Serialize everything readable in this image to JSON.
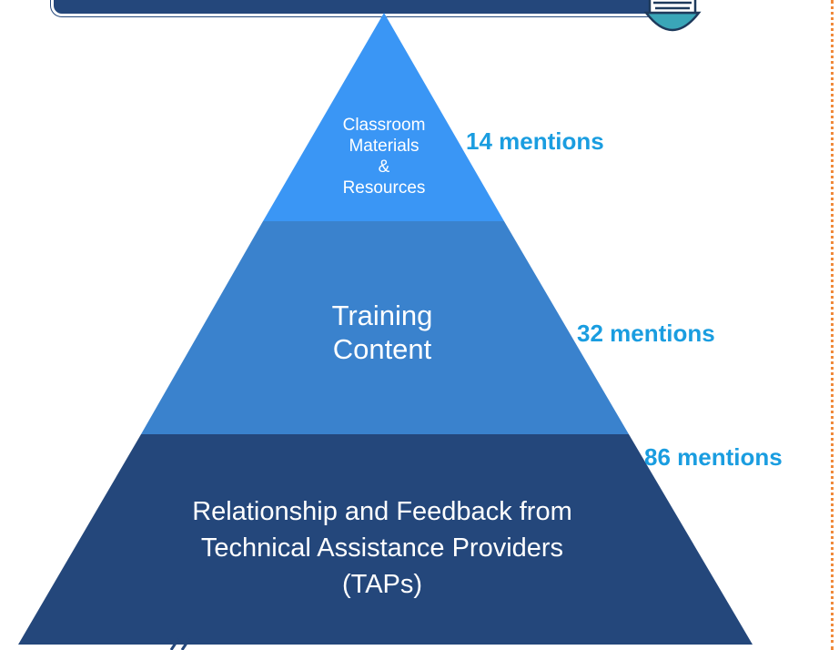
{
  "pyramid": {
    "tiers": [
      {
        "label_lines": [
          "Classroom",
          "Materials",
          "&",
          "Resources"
        ],
        "mentions": "14 mentions",
        "color": "#3a96f5"
      },
      {
        "label_lines": [
          "Training",
          "Content"
        ],
        "mentions": "32 mentions",
        "color": "#3a82cd"
      },
      {
        "label_lines": [
          "Relationship and Feedback from",
          "Technical Assistance Providers",
          "(TAPs)"
        ],
        "mentions": "86 mentions",
        "color": "#24477b"
      }
    ]
  },
  "colors": {
    "mention_text": "#1a9de0",
    "header_bar": "#24477b",
    "border_dots": "#f08a3c",
    "bulb_fill": "#3aa6b8"
  },
  "icons": {
    "corner_icon": "lightbulb-icon"
  }
}
